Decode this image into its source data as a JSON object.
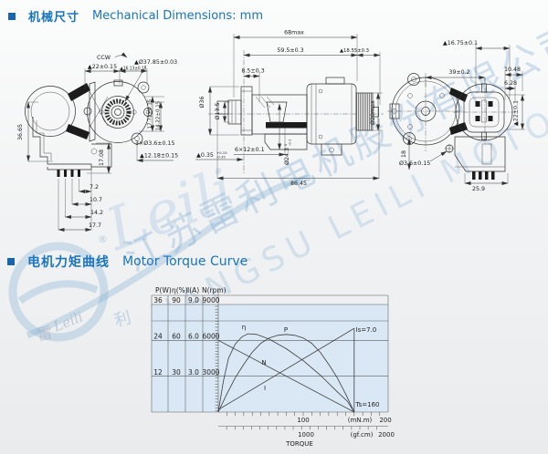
{
  "header_mech": {
    "zh": "机械尺寸",
    "en": "Mechanical Dimensions: mm"
  },
  "header_torque": {
    "zh": "电机力矩曲线",
    "en": "Motor Torque Curve"
  },
  "watermark": {
    "line1": "江苏雷利电机股份有限公司",
    "line2": "JIANGSU LEILI MOTOR",
    "script": "Leili",
    "script_small": "Leili",
    "seal_zh": "雷",
    "seal_zh2": "利",
    "reg": "®"
  },
  "front_view": {
    "rotation": "CCW",
    "dim_22": "▲22±0.15",
    "dim_16_13": "▲16.13±0.15",
    "dim_37_85": "▲Ø37.85±0.03",
    "dim_36_65": "36.65",
    "dim_17_72": "17.72±0.15",
    "dim_14_22": "14.22±0.15",
    "dim_3x3_6": "3×Ø3.6±0.15",
    "dim_12_18": "▲12.18±0.15",
    "dim_17_08": "17.08",
    "pin_dims": [
      "7.2",
      "10.7",
      "14.2",
      "17.7"
    ]
  },
  "side_view": {
    "dim_68": "68max",
    "dim_59_5": "59.5±0.3",
    "dim_18_55": "▲18.55±0.3",
    "dim_8_5": "8.5±0.3",
    "dim_d36": "Ø36",
    "dim_d13_5": "Ø13.5",
    "dim_6x12": "6×12±0.1",
    "dim_d24_3": {
      "main": "Ø24.3",
      "tol_up": "0",
      "tol_dn": "-0.1"
    },
    "dim_0_35": {
      "main": "▲0.35",
      "tol_up": "+0.15",
      "tol_dn": "-0.35"
    },
    "dim_86_45": "86.45",
    "dim_d20": "Ø20max"
  },
  "rear_view": {
    "dim_16_75": "▲16.75±0.1",
    "dim_39": "39±0.2",
    "dim_10_48": "10.48",
    "dim_6_28": "6.28",
    "dim_22": "▲22±0.1",
    "dim_18": "18",
    "dim_d3_6": "Ø3.6±0.15",
    "dim_25_9": "25.9"
  },
  "chart_data": {
    "type": "line",
    "title_zh": "电机力矩曲线",
    "title_en": "Motor Torque Curve",
    "table": {
      "headers": [
        "P(W)",
        "η(%)",
        "I(A)",
        "N(rpm)"
      ],
      "rows": [
        [
          "36",
          "90",
          "9.0",
          "9000"
        ],
        [
          "24",
          "60",
          "6.0",
          "6000"
        ],
        [
          "12",
          "30",
          "3.0",
          "3000"
        ]
      ]
    },
    "x_axis": {
      "label": "TORQUE",
      "scale_mNm": {
        "unit": "(mN.m)",
        "tick_mid": "100",
        "tick_max": "200",
        "max": 200
      },
      "scale_gfcm": {
        "unit": "(gf.cm)",
        "tick_mid": "1000",
        "tick_max": "2000",
        "max": 2000
      }
    },
    "y_axis": {
      "unit": "N(rpm)",
      "max": 9000,
      "gridlines_rpm": [
        9000,
        6000,
        3000
      ]
    },
    "annotations": {
      "stall_current": "Is=7.0",
      "stall_torque": "Ts=160"
    },
    "stall": {
      "torque_mNm": 160,
      "current_A": 7.0
    },
    "series": [
      {
        "name": "η",
        "unit": "%",
        "max_scale": 90,
        "points": [
          [
            0,
            0
          ],
          [
            6,
            26
          ],
          [
            12,
            45
          ],
          [
            20,
            57
          ],
          [
            28,
            63
          ],
          [
            35,
            65.5
          ],
          [
            45,
            65
          ],
          [
            60,
            61
          ],
          [
            80,
            53
          ],
          [
            100,
            43
          ],
          [
            120,
            31
          ],
          [
            140,
            17
          ],
          [
            152,
            9
          ],
          [
            160,
            0
          ]
        ]
      },
      {
        "name": "P",
        "unit": "W",
        "max_scale": 36,
        "points": [
          [
            0,
            0
          ],
          [
            10,
            6
          ],
          [
            20,
            11.5
          ],
          [
            30,
            16
          ],
          [
            40,
            20
          ],
          [
            50,
            23
          ],
          [
            60,
            24.8
          ],
          [
            70,
            25.7
          ],
          [
            80,
            26
          ],
          [
            90,
            25.7
          ],
          [
            100,
            24.8
          ],
          [
            110,
            23
          ],
          [
            120,
            20
          ],
          [
            130,
            16
          ],
          [
            140,
            11.5
          ],
          [
            150,
            6
          ],
          [
            160,
            0
          ]
        ]
      },
      {
        "name": "N",
        "unit": "rpm",
        "max_scale": 9000,
        "points": [
          [
            0,
            6000
          ],
          [
            160,
            0
          ]
        ]
      },
      {
        "name": "I",
        "unit": "A",
        "max_scale": 9,
        "points": [
          [
            0,
            0.2
          ],
          [
            160,
            7.0
          ]
        ]
      }
    ]
  }
}
